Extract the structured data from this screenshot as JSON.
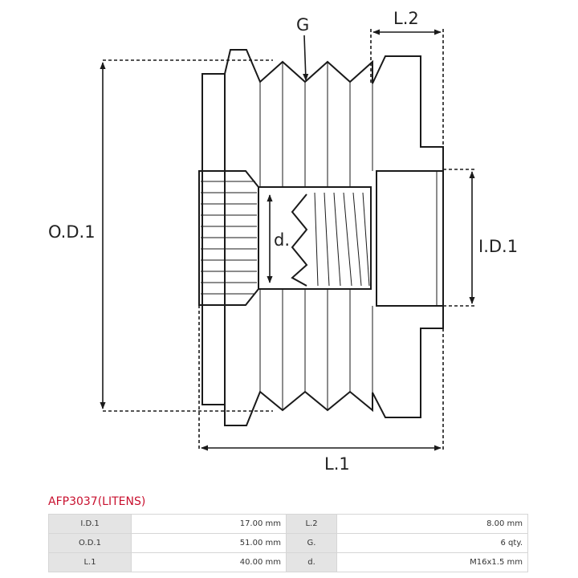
{
  "diagram": {
    "labels": {
      "groove": "G",
      "od": "O.D.1",
      "id": "I.D.1",
      "length": "L.1",
      "length2": "L.2",
      "thread": "d."
    }
  },
  "part": {
    "code": "AFP3037(LITENS)"
  },
  "specs": [
    {
      "k1": "I.D.1",
      "v1": "17.00 mm",
      "k2": "L.2",
      "v2": "8.00 mm"
    },
    {
      "k1": "O.D.1",
      "v1": "51.00 mm",
      "k2": "G.",
      "v2": "6 qty."
    },
    {
      "k1": "L.1",
      "v1": "40.00 mm",
      "k2": "d.",
      "v2": "M16x1.5 mm"
    }
  ],
  "colors": {
    "line": "#1a1a1a",
    "title": "#c8102e",
    "key_cell": "#e4e4e4"
  }
}
